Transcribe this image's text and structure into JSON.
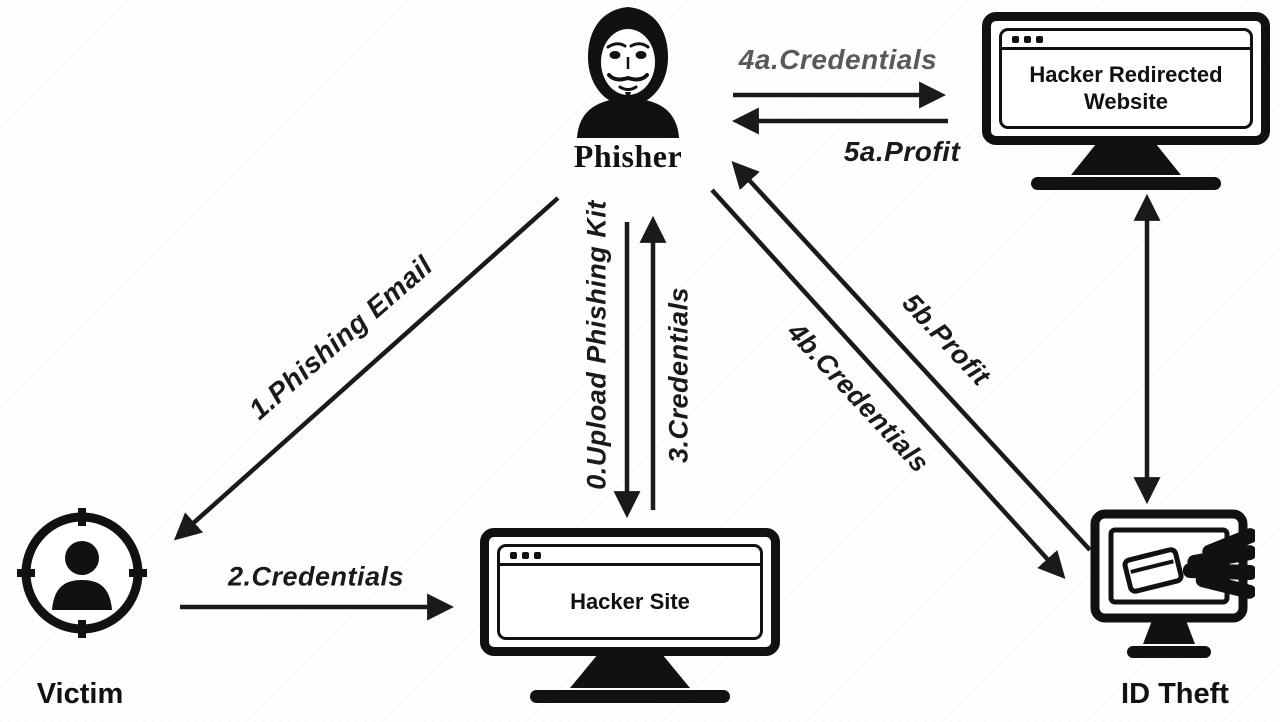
{
  "colors": {
    "ink": "#1a1a1a",
    "muted_label": "#595959",
    "background": "#ffffff"
  },
  "nodes": {
    "phisher": {
      "label": "Phisher",
      "icon": "anonymous-mask-icon"
    },
    "victim": {
      "label": "Victim",
      "icon": "target-person-icon"
    },
    "hacker_site": {
      "label": "Hacker Site",
      "icon": "monitor-browser-icon"
    },
    "redirected_site": {
      "label": "Hacker Redirected Website",
      "icon": "monitor-browser-icon"
    },
    "id_theft": {
      "label": "ID Theft",
      "icon": "monitor-hand-card-icon"
    }
  },
  "edges": {
    "upload_kit": {
      "label": "0.Upload Phishing Kit",
      "from": "Phisher",
      "to": "Hacker Site"
    },
    "phishing_email": {
      "label": "1.Phishing Email",
      "from": "Phisher",
      "to": "Victim"
    },
    "credentials_victim": {
      "label": "2.Credentials",
      "from": "Victim",
      "to": "Hacker Site"
    },
    "credentials_site": {
      "label": "3.Credentials",
      "from": "Hacker Site",
      "to": "Phisher"
    },
    "credentials_4a": {
      "label": "4a.Credentials",
      "from": "Phisher",
      "to": "Hacker Redirected Website"
    },
    "profit_5a": {
      "label": "5a.Profit",
      "from": "Hacker Redirected Website",
      "to": "Phisher"
    },
    "credentials_4b": {
      "label": "4b.Credentials",
      "from": "Phisher",
      "to": "ID Theft"
    },
    "profit_5b": {
      "label": "5b.Profit",
      "from": "ID Theft",
      "to": "Phisher"
    },
    "site_idtheft_link": {
      "label": "",
      "from": "Hacker Redirected Website",
      "to": "ID Theft",
      "bidirectional": true
    }
  }
}
